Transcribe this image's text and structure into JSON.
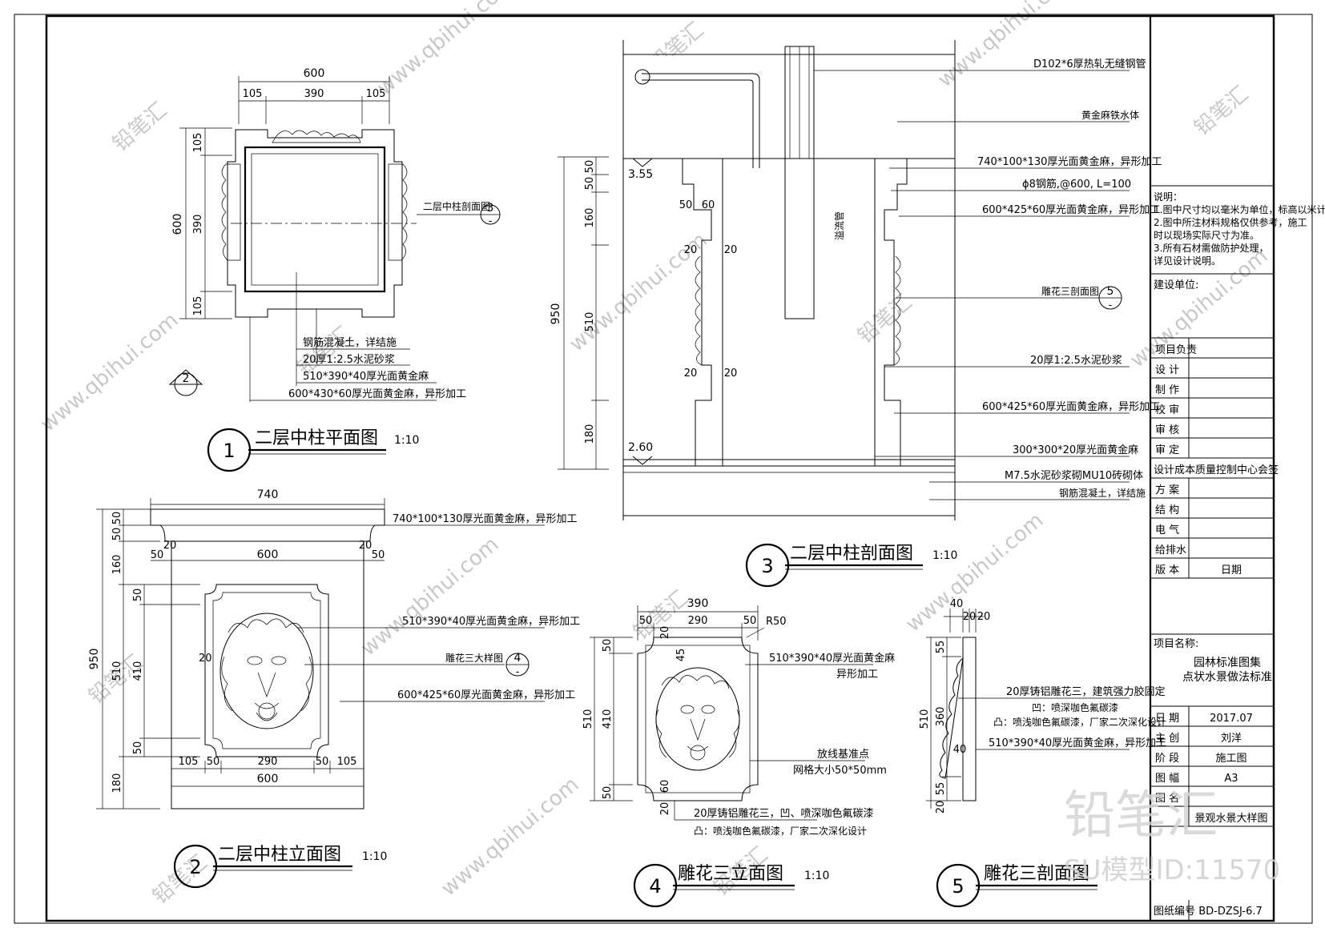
{
  "views": {
    "plan": {
      "title": "二层中柱平面图",
      "scale": "1:10",
      "num": "1",
      "dims": {
        "total": "600",
        "a": "105",
        "b": "390",
        "c": "105",
        "vtotal": "600",
        "va": "105",
        "vb": "390",
        "vc": "105"
      },
      "callouts": [
        "钢筋混凝土，详结施",
        "20厚1:2.5水泥砂浆",
        "510*390*40厚光面黄金麻",
        "600*430*60厚光面黄金麻，异形加工"
      ],
      "ref_label": "二层中柱剖面图",
      "ref_num": "3",
      "ref_dash": "-",
      "cut_num": "2"
    },
    "section": {
      "title": "二层中柱剖面图",
      "scale": "1:10",
      "num": "3",
      "elev_top": "3.55",
      "elev_bot": "2.60",
      "dims": [
        "50",
        "50",
        "160",
        "510",
        "180",
        "950",
        "50",
        "60",
        "20",
        "20",
        "20",
        "20"
      ],
      "pipe_label": "溢流管",
      "ref_num": "5",
      "ref_dash": "-",
      "callouts": [
        "D102*6厚热轧无缝钢管",
        "黄金麻铁水体",
        "740*100*130厚光面黄金麻，异形加工",
        "ϕ8钢筋,@600, L=100",
        "600*425*60厚光面黄金麻，异形加工",
        "雕花三剖面图",
        "20厚1:2.5水泥砂浆",
        "600*425*60厚光面黄金麻，异形加工",
        "300*300*20厚光面黄金麻",
        "M7.5水泥砂浆砌MU10砖砌体",
        "钢筋混凝土，详结施"
      ]
    },
    "elevation": {
      "title": "二层中柱立面图",
      "scale": "1:10",
      "num": "2",
      "dims_top": [
        "740",
        "50",
        "20",
        "600",
        "20",
        "50"
      ],
      "dims_left": [
        "50",
        "50",
        "160",
        "950",
        "50",
        "510",
        "410",
        "50",
        "180"
      ],
      "dims_bottom": [
        "105",
        "50",
        "290",
        "50",
        "105",
        "600"
      ],
      "dim_inner": "20",
      "ref_num": "4",
      "ref_dash": "-",
      "callouts": [
        "740*100*130厚光面黄金麻，异形加工",
        "510*390*40厚光面黄金麻，异形加工",
        "雕花三大样图",
        "600*425*60厚光面黄金麻，异形加工"
      ]
    },
    "carving_elev": {
      "title": "雕花三立面图",
      "scale": "1:10",
      "num": "4",
      "dims_top": [
        "390",
        "50",
        "290",
        "50"
      ],
      "radius": "R50",
      "dims_left": [
        "510",
        "50",
        "410",
        "50"
      ],
      "dims_inner": [
        "20",
        "60",
        "20",
        "45"
      ],
      "callouts": [
        "510*390*40厚光面黄金麻",
        "异形加工",
        "放线基准点",
        "网格大小50*50mm",
        "20厚铸铝雕花三，凹、喷深咖色氟碳漆",
        "凸：喷浅咖色氟碳漆，厂家二次深化设计"
      ]
    },
    "carving_sec": {
      "title": "雕花三剖面图",
      "num": "5",
      "dims_top": [
        "40",
        "20",
        "20"
      ],
      "dims_left": [
        "55",
        "360",
        "510",
        "55",
        "40",
        "20"
      ],
      "callouts": [
        "20厚铸铝雕花三，建筑强力胶固定",
        "凹：喷深咖色氟碳漆",
        "凸：喷浅咖色氟碳漆，厂家二次深化设计",
        "510*390*40厚光面黄金麻，异形加工"
      ]
    }
  },
  "titleblock": {
    "notes": [
      "说明：",
      "1.图中尺寸均以毫米为单位，标高以米计。",
      "2.图中所注材料规格仅供参考，施工",
      "时以现场实际尺寸为准。",
      "3.所有石材需做防护处理，",
      "详见设计说明。"
    ],
    "client_label": "建设单位:",
    "rows": [
      [
        "项目负责",
        ""
      ],
      [
        "设 计",
        ""
      ],
      [
        "制 作",
        ""
      ],
      [
        "校 审",
        ""
      ],
      [
        "审 核",
        ""
      ],
      [
        "审 定",
        ""
      ]
    ],
    "firm": "设计成本质量控制中心会签",
    "rows2": [
      [
        "方 案",
        ""
      ],
      [
        "结 构",
        ""
      ],
      [
        "电 气",
        ""
      ],
      [
        "给排水",
        ""
      ],
      [
        "版 本",
        "日期"
      ]
    ],
    "project_label": "项目名称:",
    "project_name": [
      "园林标准图集",
      "点状水景做法标准"
    ],
    "rows3": [
      [
        "日 期",
        "2017.07"
      ],
      [
        "主 创",
        "刘洋"
      ],
      [
        "阶 段",
        "施工图"
      ],
      [
        "图 幅",
        "A3"
      ],
      [
        "图 名",
        ""
      ],
      [
        "",
        "景观水景大样图"
      ]
    ],
    "sheet_label": "图纸编号",
    "sheet_no": "BD-DZSJ-6.7"
  },
  "watermark": {
    "brand": "铅笔汇",
    "url": "www.qbihui.com",
    "logo": "铅笔汇",
    "model_id": "SU模型ID:11570"
  }
}
